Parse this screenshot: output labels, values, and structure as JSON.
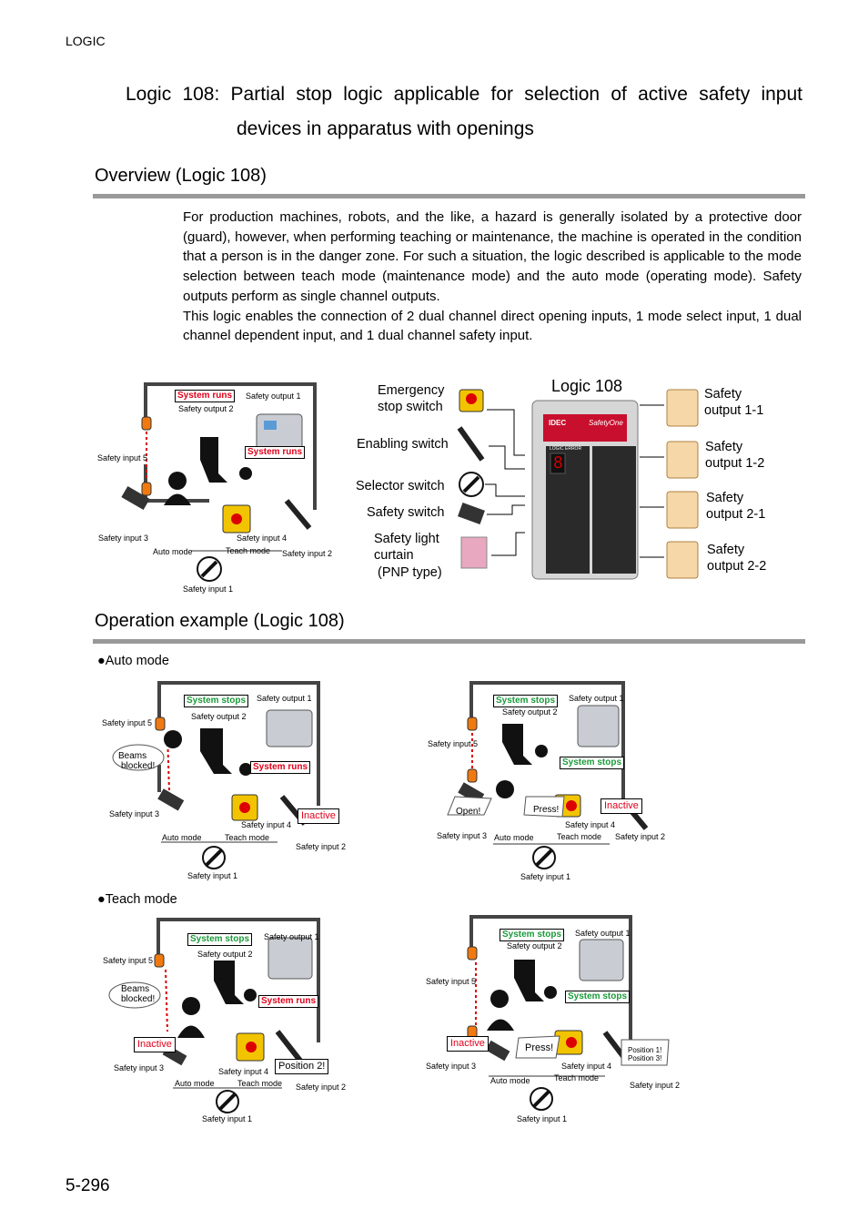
{
  "header": "LOGIC",
  "title_line1": "Logic 108: Partial stop logic applicable for selection of active safety input",
  "title_line2": "devices in apparatus with openings",
  "overview_heading": "Overview (Logic 108)",
  "overview_p1": "For production machines, robots, and the like, a hazard is generally isolated by a protective door (guard), however, when performing teaching or maintenance, the machine is operated in the condition that a person is in the danger zone. For such a situation, the logic described is applicable to the mode selection between teach mode (maintenance mode) and the auto mode (operating mode). Safety outputs perform as single channel outputs.",
  "overview_p2": "This logic enables the connection of 2 dual channel direct opening inputs, 1 mode select input, 1 dual channel dependent input, and 1 dual channel safety input.",
  "wiring": {
    "logic_label": "Logic 108",
    "inputs": [
      "Emergency stop switch",
      "Enabling switch",
      "Selector switch",
      "Safety switch",
      "Safety light curtain (PNP type)"
    ],
    "emergency_l1": "Emergency",
    "emergency_l2": "stop switch",
    "enabling": "Enabling switch",
    "selector": "Selector switch",
    "safety_switch": "Safety switch",
    "curtain_l1": "Safety light",
    "curtain_l2": "curtain",
    "curtain_l3": "(PNP type)",
    "out11_l1": "Safety",
    "out11_l2": "output 1-1",
    "out12_l1": "Safety",
    "out12_l2": "output 1-2",
    "out21_l1": "Safety",
    "out21_l2": "output 2-1",
    "out22_l1": "Safety",
    "out22_l2": "output 2-2",
    "device_brand": "IDEC",
    "device_name": "SafetyOne",
    "device_logic": "LOGIC",
    "device_error": "ERROR",
    "device_digit": "8"
  },
  "common": {
    "so1": "Safety output 1",
    "so2": "Safety output 2",
    "si1": "Safety input 1",
    "si2": "Safety input 2",
    "si3": "Safety input 3",
    "si4": "Safety input 4",
    "si5": "Safety input 5",
    "auto_mode": "Auto mode",
    "teach_mode": "Teach mode",
    "system_runs": "System runs",
    "system_stops": "System stops",
    "inactive": "Inactive",
    "beams_l1": "Beams",
    "beams_l2": "blocked!",
    "open": "Open!",
    "press": "Press!",
    "position2": "Position 2!",
    "pos1": "Position 1!",
    "pos3": "Position 3!"
  },
  "operation_heading": "Operation example (Logic 108)",
  "auto_mode_heading": "●Auto mode",
  "teach_mode_heading": "●Teach mode",
  "page_number": "5-296"
}
